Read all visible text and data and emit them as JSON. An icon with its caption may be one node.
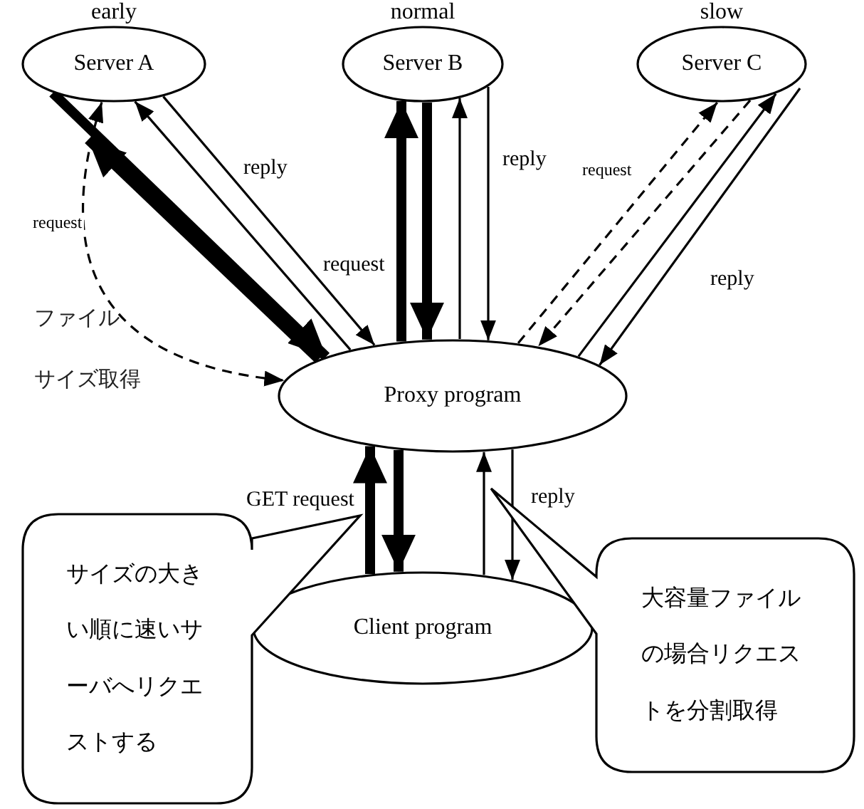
{
  "diagram": {
    "nodes": [
      {
        "text": [
          "Server A"
        ],
        "beside": [
          "early"
        ]
      },
      {
        "text": [
          "Server B"
        ],
        "beside": [
          "normal"
        ]
      },
      {
        "text": [
          "Server C"
        ],
        "beside": [
          "slow"
        ]
      },
      {
        "text": [
          "Proxy program"
        ]
      },
      {
        "text": [
          "Client program"
        ]
      },
      {
        "text": [
          "サイズの大きい順に速いサーバへリクエストする"
        ]
      },
      {
        "text": [
          "大容量ファイルの場合リクエストを分割取得"
        ]
      }
    ],
    "edges": [
      {
        "from": 3,
        "to": 0,
        "arrow": "to",
        "style": "thick"
      },
      {
        "from": 0,
        "to": 3,
        "arrow": "to",
        "style": "thick"
      },
      {
        "from": 3,
        "to": 0,
        "arrow": "to",
        "label": "request"
      },
      {
        "from": 0,
        "to": 3,
        "arrow": "to",
        "label": "reply"
      },
      {
        "from": 0,
        "to": 3,
        "arrow": "both",
        "style": "dashed",
        "label": "request"
      },
      {
        "from": 3,
        "to": 1,
        "arrow": "to",
        "style": "thick"
      },
      {
        "from": 1,
        "to": 3,
        "arrow": "to",
        "style": "thick"
      },
      {
        "from": 3,
        "to": 1,
        "arrow": "to"
      },
      {
        "from": 1,
        "to": 3,
        "arrow": "to",
        "label": "reply"
      },
      {
        "from": 3,
        "to": 2,
        "arrow": "to",
        "style": "dashed",
        "label": "request"
      },
      {
        "from": 2,
        "to": 3,
        "arrow": "to",
        "style": "dashed"
      },
      {
        "from": 3,
        "to": 2,
        "arrow": "to"
      },
      {
        "from": 2,
        "to": 3,
        "arrow": "to",
        "label": "reply"
      },
      {
        "from": 4,
        "to": 3,
        "arrow": "to",
        "style": "thick",
        "label": "GET request"
      },
      {
        "from": 3,
        "to": 4,
        "arrow": "to",
        "style": "thick"
      },
      {
        "from": 4,
        "to": 3,
        "arrow": "to"
      },
      {
        "from": 3,
        "to": 4,
        "arrow": "to",
        "label": "reply"
      }
    ],
    "labels": [
      "ファイル",
      "サイズ取得"
    ]
  }
}
